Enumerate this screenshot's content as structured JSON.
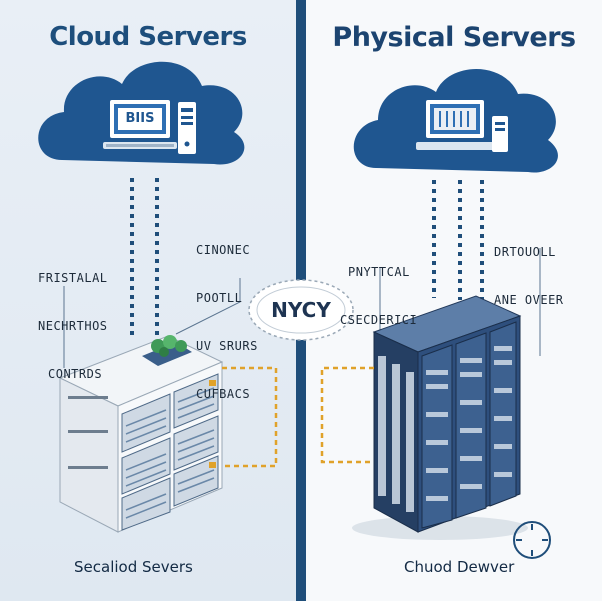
{
  "titles": {
    "left": "Cloud Servers",
    "right": "Physical Servers"
  },
  "left_labels": {
    "block_a": [
      "FRISTALAL",
      "NECHRTHOS",
      "CONTRDS"
    ],
    "block_b": [
      "CINONEC",
      "POOTLL",
      "UV SRURS",
      "CUFBACS"
    ]
  },
  "right_labels": {
    "block_a": [
      "PNYTTCAL",
      "CSECDERICI"
    ],
    "block_b": [
      "DRTOUOLL",
      "ANE OVEER"
    ]
  },
  "center_badge": "NYCY",
  "cloud_screen_text": "BIIS",
  "captions": {
    "left": "Secaliod Severs",
    "right": "Chuod Dewver"
  },
  "colors": {
    "divider": "#1f4e7a",
    "cloud": "#1f5690",
    "accent_orange": "#e0a22a",
    "rack_blue": "#2e4f7d"
  },
  "icons": [
    "cloud-icon",
    "computer-icon",
    "server-cabinet-icon",
    "server-rack-icon",
    "clock-icon",
    "plant-icon"
  ]
}
